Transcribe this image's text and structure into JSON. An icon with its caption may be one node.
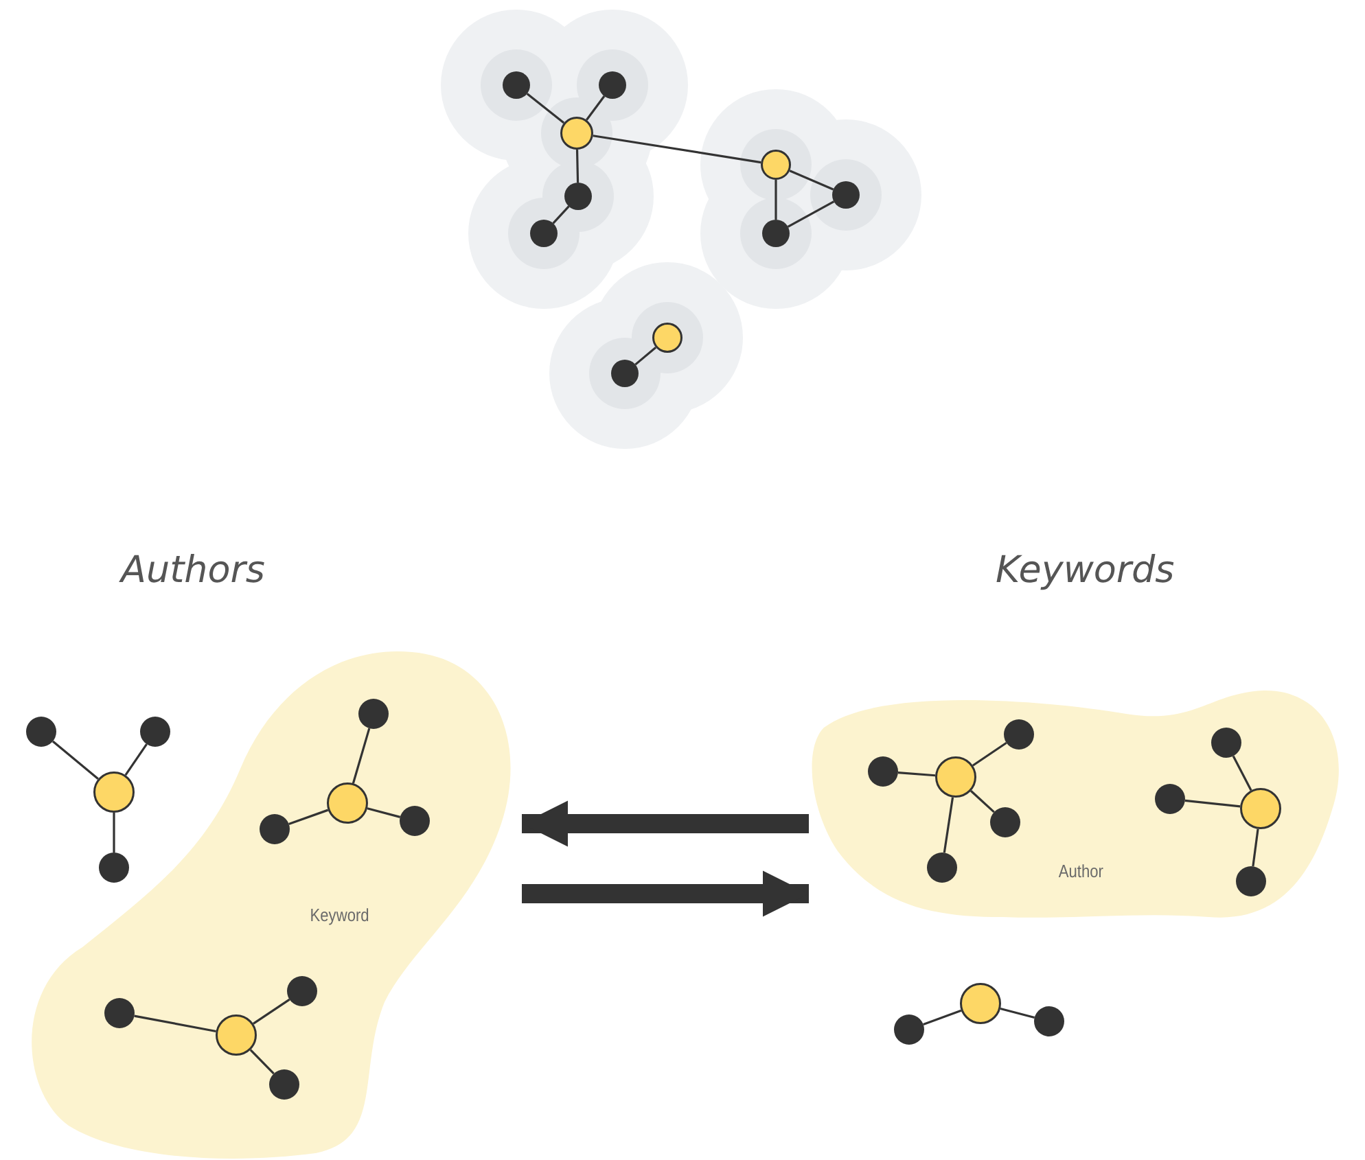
{
  "diagram": {
    "nodes": [
      {
        "text": [],
        "shape": "circle"
      },
      {
        "text": [],
        "shape": "circle"
      },
      {
        "text": [],
        "shape": "circle"
      },
      {
        "text": [],
        "shape": "circle"
      },
      {
        "text": [],
        "shape": "circle"
      },
      {
        "text": [],
        "shape": "circle"
      },
      {
        "text": [],
        "shape": "circle"
      },
      {
        "text": [],
        "shape": "circle"
      },
      {
        "text": [],
        "shape": "circle"
      },
      {
        "text": [],
        "shape": "circle"
      },
      {
        "text": [],
        "shape": "circle"
      },
      {
        "text": [],
        "shape": "circle"
      },
      {
        "text": [],
        "shape": "circle"
      },
      {
        "text": [],
        "shape": "circle"
      },
      {
        "text": [
          "Keyword"
        ]
      },
      {
        "text": [],
        "shape": "circle",
        "in": 14
      },
      {
        "text": [],
        "shape": "circle",
        "in": 14
      },
      {
        "text": [],
        "shape": "circle",
        "in": 14
      },
      {
        "text": [],
        "shape": "circle",
        "in": 14
      },
      {
        "text": [],
        "shape": "circle",
        "in": 14
      },
      {
        "text": [],
        "shape": "circle",
        "in": 14
      },
      {
        "text": [],
        "shape": "circle",
        "in": 14
      },
      {
        "text": [],
        "shape": "circle",
        "in": 14
      },
      {
        "text": [
          "Author"
        ]
      },
      {
        "text": [],
        "shape": "circle",
        "in": 23
      },
      {
        "text": [],
        "shape": "circle",
        "in": 23
      },
      {
        "text": [],
        "shape": "circle",
        "in": 23
      },
      {
        "text": [],
        "shape": "circle",
        "in": 23
      },
      {
        "text": [],
        "shape": "circle",
        "in": 23
      },
      {
        "text": [],
        "shape": "circle",
        "in": 23
      },
      {
        "text": [],
        "shape": "circle",
        "in": 23
      },
      {
        "text": [],
        "shape": "circle",
        "in": 23
      },
      {
        "text": [],
        "shape": "circle",
        "in": 23
      },
      {
        "text": [],
        "shape": "circle"
      },
      {
        "text": [],
        "shape": "circle"
      },
      {
        "text": [],
        "shape": "circle"
      }
    ],
    "edges": [
      {
        "from": 2,
        "to": 0,
        "arrow": "none"
      },
      {
        "from": 2,
        "to": 1,
        "arrow": "none"
      },
      {
        "from": 2,
        "to": 3,
        "arrow": "none"
      },
      {
        "from": 3,
        "to": 4,
        "arrow": "none"
      },
      {
        "from": 2,
        "to": 5,
        "arrow": "none"
      },
      {
        "from": 5,
        "to": 6,
        "arrow": "none"
      },
      {
        "from": 5,
        "to": 7,
        "arrow": "none"
      },
      {
        "from": 7,
        "to": 6,
        "arrow": "none"
      },
      {
        "from": 8,
        "to": 9,
        "arrow": "none"
      },
      {
        "from": 12,
        "to": 10,
        "arrow": "none"
      },
      {
        "from": 12,
        "to": 11,
        "arrow": "none"
      },
      {
        "from": 12,
        "to": 13,
        "arrow": "none"
      },
      {
        "from": 16,
        "to": 15,
        "arrow": "none"
      },
      {
        "from": 16,
        "to": 17,
        "arrow": "none"
      },
      {
        "from": 16,
        "to": 18,
        "arrow": "none"
      },
      {
        "from": 20,
        "to": 19,
        "arrow": "none"
      },
      {
        "from": 20,
        "to": 21,
        "arrow": "none"
      },
      {
        "from": 20,
        "to": 22,
        "arrow": "none"
      },
      {
        "from": 25,
        "to": 24,
        "arrow": "none"
      },
      {
        "from": 25,
        "to": 26,
        "arrow": "none"
      },
      {
        "from": 25,
        "to": 27,
        "arrow": "none"
      },
      {
        "from": 25,
        "to": 28,
        "arrow": "none"
      },
      {
        "from": 31,
        "to": 29,
        "arrow": "none"
      },
      {
        "from": 31,
        "to": 30,
        "arrow": "none"
      },
      {
        "from": 31,
        "to": 32,
        "arrow": "none"
      },
      {
        "from": 34,
        "to": 33,
        "arrow": "none"
      },
      {
        "from": 34,
        "to": 35,
        "arrow": "none"
      },
      {
        "from": 23,
        "to": 14,
        "arrow": "to",
        "style": "thick"
      },
      {
        "from": 14,
        "to": 23,
        "arrow": "to",
        "style": "thick"
      }
    ],
    "labels": [
      "Authors",
      "Keywords"
    ]
  }
}
